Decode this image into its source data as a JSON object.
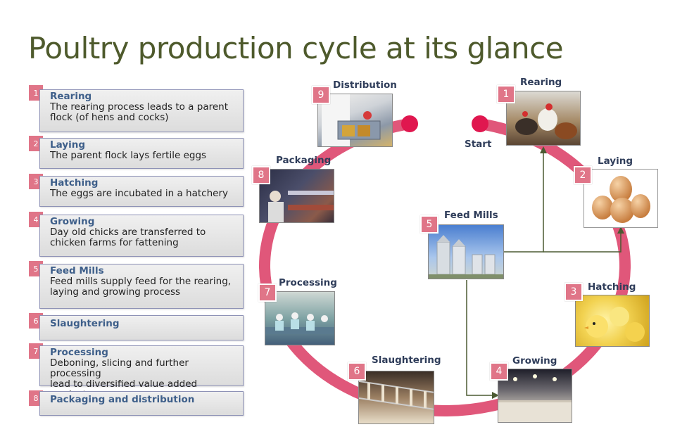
{
  "title": "Poultry production cycle at its glance",
  "list": [
    {
      "num": "1",
      "title": "Rearing",
      "desc": "The rearing process leads to a parent\nflock (of hens and cocks)"
    },
    {
      "num": "2",
      "title": "Laying",
      "desc": "The parent flock lays fertile eggs"
    },
    {
      "num": "3",
      "title": "Hatching",
      "desc": "The eggs are incubated in a hatchery"
    },
    {
      "num": "4",
      "title": "Growing",
      "desc": "Day old chicks are transferred to\nchicken farms for fattening"
    },
    {
      "num": "5",
      "title": "Feed Mills",
      "desc": "Feed mills supply feed for the rearing,\nlaying and growing process"
    },
    {
      "num": "6",
      "title": "Slaughtering",
      "desc": ""
    },
    {
      "num": "7",
      "title": "Processing",
      "desc": "Deboning, slicing and further processing\nlead to diversified value added products"
    },
    {
      "num": "8",
      "title": "Packaging and distribution",
      "desc": ""
    }
  ],
  "cycle": {
    "start_label": "Start",
    "steps": [
      {
        "num": "9",
        "label": "Distribution",
        "image": "worker-with-crate-photo"
      },
      {
        "num": "1",
        "label": "Rearing",
        "image": "hens-and-cocks-photo"
      },
      {
        "num": "8",
        "label": "Packaging",
        "image": "packaging-line-photo"
      },
      {
        "num": "2",
        "label": "Laying",
        "image": "eggs-photo"
      },
      {
        "num": "5",
        "label": "Feed Mills",
        "image": "feed-silos-photo"
      },
      {
        "num": "7",
        "label": "Processing",
        "image": "processing-plant-photo"
      },
      {
        "num": "3",
        "label": "Hatching",
        "image": "chicks-photo"
      },
      {
        "num": "6",
        "label": "Slaughtering",
        "image": "slaughter-line-photo"
      },
      {
        "num": "4",
        "label": "Growing",
        "image": "broiler-house-photo"
      }
    ]
  },
  "colors": {
    "title": "#4e5a2c",
    "accent": "#e07588",
    "ring": "#e0577a",
    "arrow": "#4b5a32",
    "list_title": "#3e5f8a"
  }
}
